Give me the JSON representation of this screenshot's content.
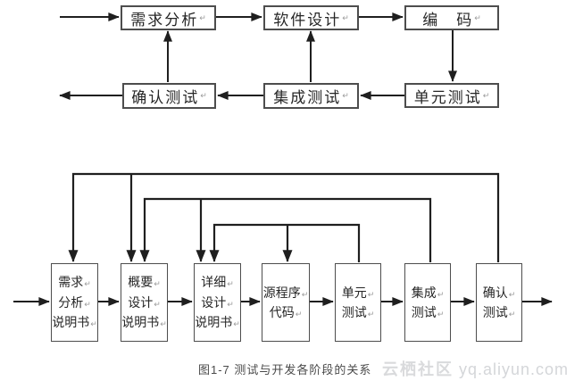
{
  "figure": {
    "caption": "图1-7 测试与开发各阶段的关系"
  },
  "top_flow": {
    "boxes": [
      {
        "label": "需求分析"
      },
      {
        "label": "软件设计"
      },
      {
        "label": "编　码"
      },
      {
        "label": "确认测试"
      },
      {
        "label": "集成测试"
      },
      {
        "label": "单元测试"
      }
    ]
  },
  "bottom_flow": {
    "boxes": [
      {
        "lines": [
          "需求",
          "分析",
          "说明书"
        ]
      },
      {
        "lines": [
          "概要",
          "设计",
          "说明书"
        ]
      },
      {
        "lines": [
          "详细",
          "设计",
          "说明书"
        ]
      },
      {
        "lines": [
          "源程序",
          "代码"
        ]
      },
      {
        "lines": [
          "单元",
          "测试"
        ]
      },
      {
        "lines": [
          "集成",
          "测试"
        ]
      },
      {
        "lines": [
          "确认",
          "测试"
        ]
      }
    ]
  },
  "watermark": {
    "brand": "云栖社区",
    "url_text": "yq.aliyun.com"
  },
  "marks": {
    "return_mark": "↵"
  },
  "colors": {
    "bg": "#ffffff",
    "line": "#1f1f1f",
    "border": "#4d4d4d",
    "text": "#262626",
    "caption": "#4a4a4a",
    "watermark": "#d4d6d9",
    "brand": "#d9dadc"
  }
}
